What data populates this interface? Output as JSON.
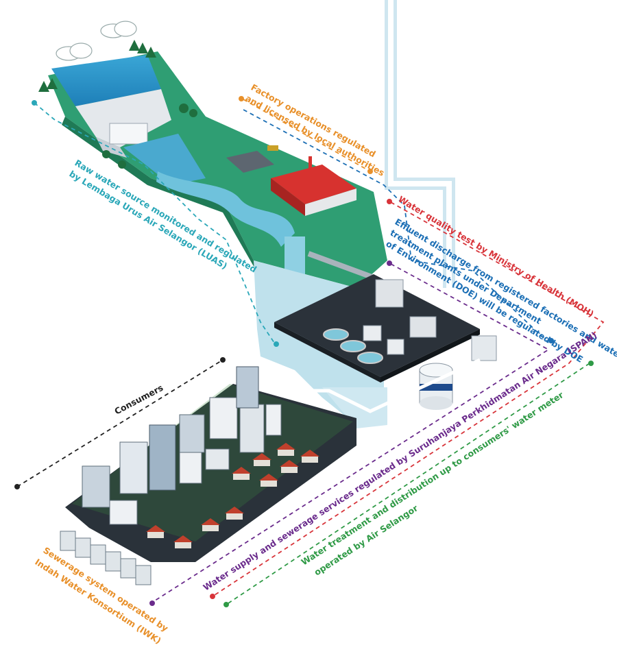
{
  "colors": {
    "orange": "#e8902a",
    "red": "#d8343a",
    "blue": "#1c6fb5",
    "purple": "#6a2b8c",
    "teal": "#2aa7b8",
    "green": "#2f9a46",
    "dark": "#222222",
    "land": "#2f9e73",
    "river": "#9fd3df",
    "city_base": "#2a323a"
  },
  "labels": {
    "factory": [
      "Factory operations regulated",
      "and licensed by local authorities"
    ],
    "moh": "Water quality test by Ministry of Health (MOH)",
    "effluent": [
      "Effluent discharge from registered factories and water",
      "treatment plants under Department",
      "of Environment (DOE) will be regulated by DOE"
    ],
    "raw_water": [
      "Raw water source monitored and regulated",
      "by Lembaga Urus Air Selangor (LUAS)"
    ],
    "consumers": "Consumers",
    "span": "Water supply and sewerage services regulated by Suruhanjaya Perkhidmatan Air Negara (SPAN)",
    "air_selangor": [
      "Water treatment and distribution up to consumers' water meter",
      "operated by Air Selangor"
    ],
    "iwk": [
      "Sewerage system operated by",
      "Indah Water Konsortium (IWK)"
    ]
  },
  "icons": [
    "cloud-icon",
    "dam-icon",
    "tree-icon",
    "factory-icon",
    "treatment-plant-icon",
    "water-tank-icon",
    "building-icon",
    "house-icon",
    "sewage-tank-icon"
  ]
}
